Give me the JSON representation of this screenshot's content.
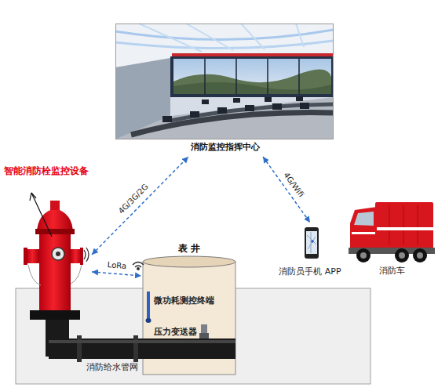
{
  "diagram": {
    "nodes": [
      {
        "text": [
          "消防监控指挥中心"
        ]
      },
      {
        "text": [
          "消防给水管网"
        ]
      },
      {
        "text": [
          "智能消防栓监控设备"
        ]
      },
      {
        "text": [
          "表 井"
        ]
      },
      {
        "text": [
          "微功耗测控终端"
        ],
        "in": 3
      },
      {
        "text": [
          "压力变送器"
        ],
        "in": 3
      },
      {
        "text": [
          "消防员手机 APP"
        ]
      },
      {
        "text": [
          "消防车"
        ]
      }
    ],
    "edges": [
      {
        "from": 2,
        "to": 0,
        "arrow": "both",
        "label": "4G/3G/2G"
      },
      {
        "from": 0,
        "to": 6,
        "arrow": "both",
        "label": "4G/Wifi"
      },
      {
        "from": 2,
        "to": 3,
        "arrow": "both",
        "label": "LoRa"
      }
    ]
  }
}
